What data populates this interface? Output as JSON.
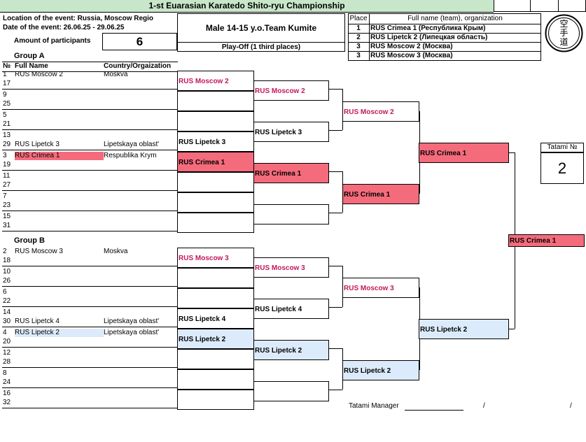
{
  "title": "1-st Euarasian Karatedo Shito-ryu Championship",
  "location": "Location of the event: Russia, Moscow Regio",
  "date": "Date of the event: 26.06.25 - 29.06.25",
  "participants_label": "Amount of participants",
  "participants_value": "6",
  "category": "Male 14-15 y.o.Team Kumite",
  "playoff": "Play-Off (1 third places)",
  "places_table": {
    "place_header": "Place",
    "name_header": "Full name (team), organization",
    "rows": [
      {
        "place": "1",
        "name": "RUS Crimea 1  (Республика Крым)"
      },
      {
        "place": "2",
        "name": "RUS Lipetck 2  (Липецкая область)"
      },
      {
        "place": "3",
        "name": "RUS Moscow 2  (Москва)"
      },
      {
        "place": "3",
        "name": "RUS Moscow 3  (Москва)"
      }
    ]
  },
  "logo_text": "空手道",
  "tatami_label": "Tatami №",
  "tatami_value": "2",
  "group_a": {
    "label": "Group A",
    "col_no": "№",
    "col_name": "Full Name",
    "col_country": "Country/Orgaization",
    "rows": [
      {
        "num": "1",
        "name": "RUS Moscow 2",
        "country": "Moskva"
      },
      {
        "num": "17",
        "name": "",
        "country": ""
      },
      {
        "num": "9",
        "name": "",
        "country": ""
      },
      {
        "num": "25",
        "name": "",
        "country": ""
      },
      {
        "num": "5",
        "name": "",
        "country": ""
      },
      {
        "num": "21",
        "name": "",
        "country": ""
      },
      {
        "num": "13",
        "name": "",
        "country": ""
      },
      {
        "num": "29",
        "name": "RUS Lipetck 3",
        "country": "Lipetskaya oblast'"
      },
      {
        "num": "3",
        "name": "RUS Crimea 1",
        "country": "Respublika Krym"
      },
      {
        "num": "19",
        "name": "",
        "country": ""
      },
      {
        "num": "11",
        "name": "",
        "country": ""
      },
      {
        "num": "27",
        "name": "",
        "country": ""
      },
      {
        "num": "7",
        "name": "",
        "country": ""
      },
      {
        "num": "23",
        "name": "",
        "country": ""
      },
      {
        "num": "15",
        "name": "",
        "country": ""
      },
      {
        "num": "31",
        "name": "",
        "country": ""
      }
    ]
  },
  "group_b": {
    "label": "Group B",
    "rows": [
      {
        "num": "2",
        "name": "RUS Moscow 3",
        "country": "Moskva"
      },
      {
        "num": "18",
        "name": "",
        "country": ""
      },
      {
        "num": "10",
        "name": "",
        "country": ""
      },
      {
        "num": "26",
        "name": "",
        "country": ""
      },
      {
        "num": "6",
        "name": "",
        "country": ""
      },
      {
        "num": "22",
        "name": "",
        "country": ""
      },
      {
        "num": "14",
        "name": "",
        "country": ""
      },
      {
        "num": "30",
        "name": "RUS Lipetck 4",
        "country": "Lipetskaya oblast'"
      },
      {
        "num": "4",
        "name": "RUS Lipetck 2",
        "country": "Lipetskaya oblast'"
      },
      {
        "num": "20",
        "name": "",
        "country": ""
      },
      {
        "num": "12",
        "name": "",
        "country": ""
      },
      {
        "num": "28",
        "name": "",
        "country": ""
      },
      {
        "num": "8",
        "name": "",
        "country": ""
      },
      {
        "num": "24",
        "name": "",
        "country": ""
      },
      {
        "num": "16",
        "name": "",
        "country": ""
      },
      {
        "num": "32",
        "name": "",
        "country": ""
      }
    ]
  },
  "bracket": {
    "r1": [
      "RUS Moscow 2",
      "",
      "",
      "RUS Lipetck 3",
      "RUS Crimea 1",
      "",
      "",
      "",
      "RUS Moscow 3",
      "",
      "",
      "RUS Lipetck 4",
      "RUS Lipetck 2",
      "",
      "",
      ""
    ],
    "r2": [
      "RUS Moscow 2",
      "RUS Lipetck 3",
      "RUS Crimea 1",
      "",
      "RUS Moscow 3",
      "RUS Lipetck 4",
      "RUS Lipetck 2",
      ""
    ],
    "r3": [
      "RUS Moscow 2",
      "RUS Crimea 1",
      "RUS Moscow 3",
      "RUS Lipetck 2"
    ],
    "r4": [
      "RUS Crimea 1",
      "RUS Lipetck 2"
    ],
    "final": "RUS Crimea 1"
  },
  "footer": {
    "manager_label": "Tatami Manager",
    "sep1": "/",
    "sep2": "/"
  }
}
